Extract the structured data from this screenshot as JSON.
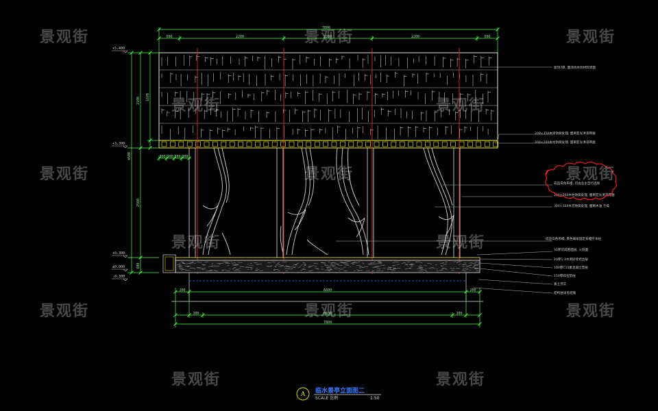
{
  "watermark_text": "景观街",
  "overall_dims": {
    "top": "7800",
    "bottom": "7800",
    "mid_bottom": "6600"
  },
  "top_segment_dims": [
    "600",
    "2200",
    "2200",
    "2200",
    "600"
  ],
  "left_dims": [
    "1670",
    "2100",
    "4500",
    "2500",
    "600"
  ],
  "small_dims": [
    "300",
    "300",
    "300",
    "300"
  ],
  "bottom_dims": [
    "200",
    "300",
    "6600",
    "300",
    "200"
  ],
  "elevations": [
    "+5.400",
    "+3.300",
    "+0.300",
    "±0.000",
    "-0.300"
  ],
  "annotations": [
    "屋顶7厚, 面涂仿木纹材料饰面",
    "200×350木梁防腐处理, 面刷亚光清漆两遍",
    "200×200木柱防腐处理, 面刷亚光清漆两遍",
    "成品白色布幔, 可由业主自行选择",
    "200×200木柱防腐处理, 面刷亚光清漆两遍",
    "300×300木方防腐处理, 面刷木油 干燥",
    "成品白色布幔, 黄色绳索固定布幔于木柱",
    "30厚花岗岩面层, 火烧面",
    "20厚1:3水泥砂浆结合层",
    "100厚C15素混凝土垫层",
    "150厚碎石垫层",
    "素土夯实",
    "结构层详见结施"
  ],
  "title": {
    "marker": "A",
    "name": "临水景亭立面图二",
    "scale_label": "SCALE 比例",
    "scale_value": "1:50"
  },
  "colors": {
    "background": "#000000",
    "linework": "#e6e6e6",
    "dimension": "#4dff4d",
    "centerline": "#ff3030",
    "beam": "#ffff33",
    "title": "#3a7bff",
    "revision_cloud": "#ff2020"
  }
}
